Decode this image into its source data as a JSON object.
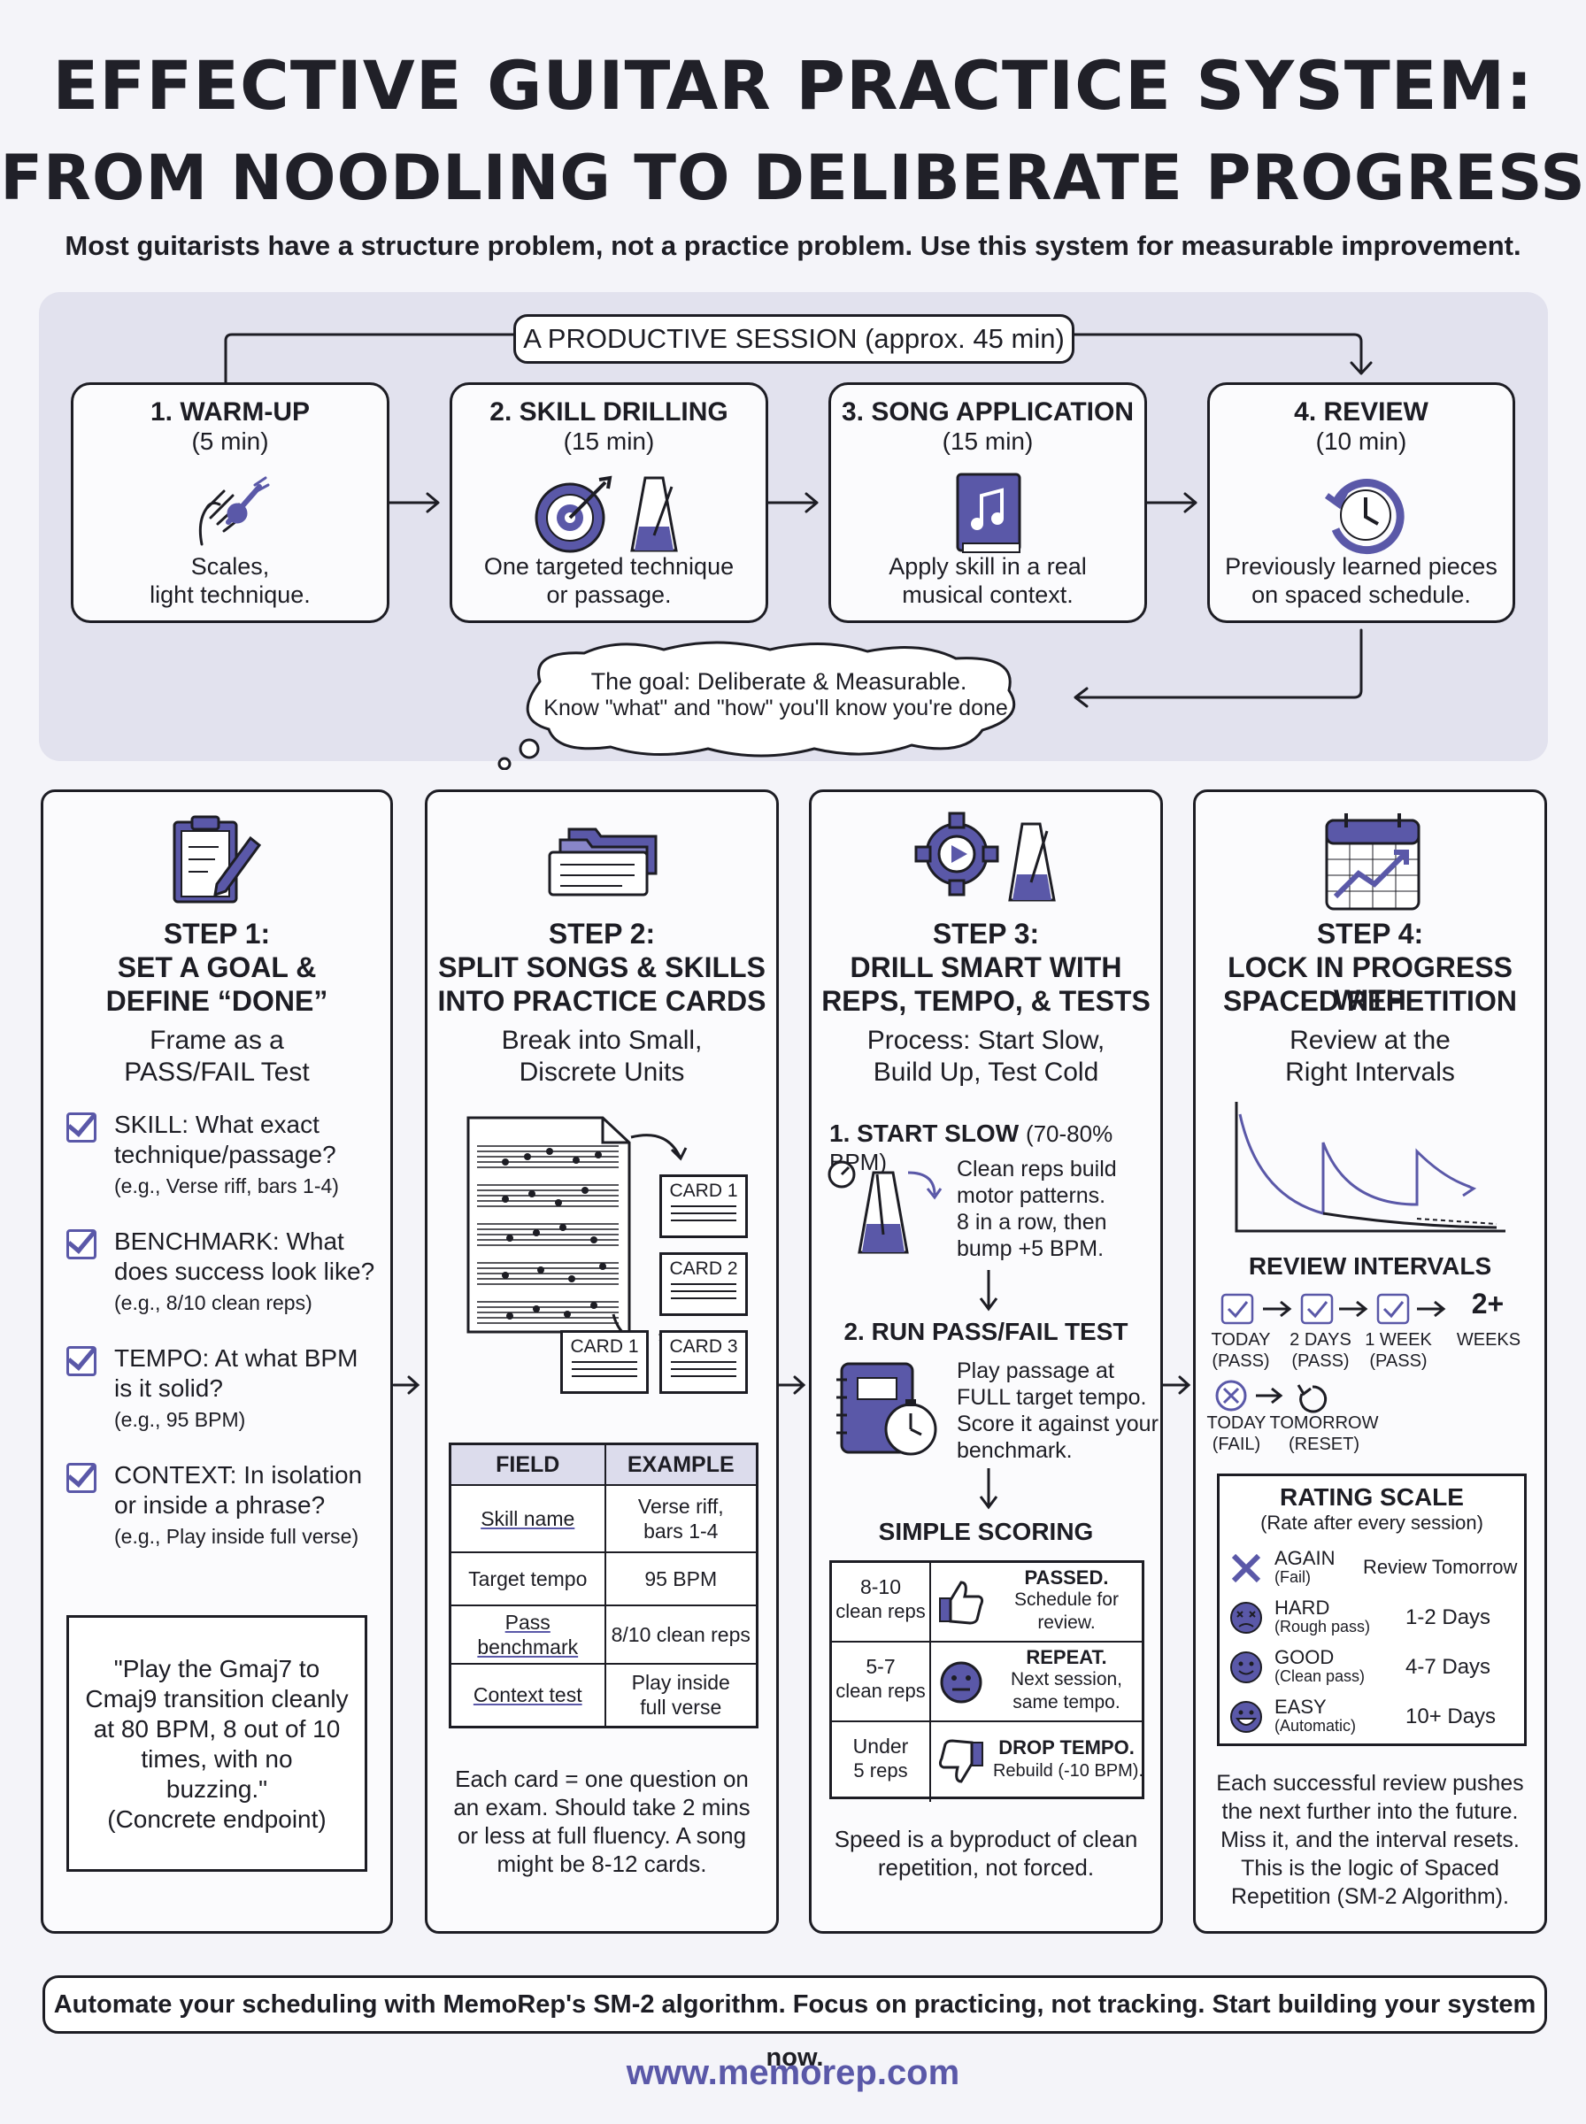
{
  "header": {
    "title_line1": "EFFECTIVE GUITAR PRACTICE SYSTEM:",
    "title_line2": "FROM NOODLING TO DELIBERATE PROGRESS",
    "subtitle": "Most guitarists have a structure problem, not a practice problem. Use this system for measurable improvement."
  },
  "session": {
    "label": "A PRODUCTIVE SESSION (approx. 45 min)",
    "stages": [
      {
        "title": "1. WARM-UP",
        "duration": "(5 min)",
        "desc1": "Scales,",
        "desc2": "light technique.",
        "icon": "hand-guitar-icon"
      },
      {
        "title": "2. SKILL DRILLING",
        "duration": "(15 min)",
        "desc1": "One targeted technique",
        "desc2": "or passage.",
        "icon": "target-metronome-icon"
      },
      {
        "title": "3. SONG APPLICATION",
        "duration": "(15 min)",
        "desc1": "Apply skill in a real",
        "desc2": "musical context.",
        "icon": "music-book-icon"
      },
      {
        "title": "4. REVIEW",
        "duration": "(10 min)",
        "desc1": "Previously learned pieces",
        "desc2": "on spaced schedule.",
        "icon": "clock-refresh-icon"
      }
    ],
    "goal_line1": "The goal: Deliberate & Measurable.",
    "goal_line2": "Know \"what\" and \"how\" you'll know you're done."
  },
  "step1": {
    "step": "STEP 1:",
    "title1": "SET A GOAL &",
    "title2": "DEFINE “DONE”",
    "sub1": "Frame as a",
    "sub2": "PASS/FAIL Test",
    "items": [
      {
        "l1": "SKILL: What exact",
        "l2": "technique/passage?",
        "ex": "(e.g., Verse riff, bars 1-4)"
      },
      {
        "l1": "BENCHMARK: What",
        "l2": "does success look like?",
        "ex": "(e.g., 8/10 clean reps)"
      },
      {
        "l1": "TEMPO: At what BPM",
        "l2": "is it solid?",
        "ex": "(e.g., 95 BPM)"
      },
      {
        "l1": "CONTEXT: In isolation",
        "l2": "or inside a phrase?",
        "ex": "(e.g., Play inside full verse)"
      }
    ],
    "quote": [
      "\"Play the Gmaj7 to",
      "Cmaj9 transition cleanly",
      "at 80 BPM, 8 out of 10",
      "times, with no",
      "buzzing.\"",
      "(Concrete endpoint)"
    ]
  },
  "step2": {
    "step": "STEP 2:",
    "title1": "SPLIT SONGS & SKILLS",
    "title2": "INTO PRACTICE CARDS",
    "sub1": "Break into Small,",
    "sub2": "Discrete Units",
    "cards": [
      "CARD 1",
      "CARD 2",
      "CARD 1",
      "CARD 3"
    ],
    "table_head": [
      "FIELD",
      "EXAMPLE"
    ],
    "rows": [
      [
        "Skill name",
        "Verse riff,\nbars 1-4"
      ],
      [
        "Target tempo",
        "95 BPM"
      ],
      [
        "Pass benchmark",
        "8/10 clean reps"
      ],
      [
        "Context test",
        "Play inside\nfull verse"
      ]
    ],
    "footer": [
      "Each card = one question on",
      "an exam. Should take 2 mins",
      "or less at full fluency. A song",
      "might be 8-12 cards."
    ]
  },
  "step3": {
    "step": "STEP 3:",
    "title1": "DRILL SMART WITH",
    "title2": "REPS, TEMPO, & TESTS",
    "sub1": "Process: Start Slow,",
    "sub2": "Build Up, Test Cold",
    "a_title": "1. START SLOW",
    "a_tempo": "(70-80% BPM)",
    "a_desc": [
      "Clean reps build",
      "motor patterns.",
      "8 in a row, then",
      "bump +5 BPM."
    ],
    "b_title": "2. RUN PASS/FAIL TEST",
    "b_desc": [
      "Play passage at",
      "FULL target tempo.",
      "Score it against your",
      "benchmark."
    ],
    "scoring_title": "SIMPLE SCORING",
    "scoring": [
      {
        "r1": "8-10",
        "r2": "clean reps",
        "icon": "thumbs-up-icon",
        "o1": "PASSED.",
        "o2": "Schedule for",
        "o3": "review."
      },
      {
        "r1": "5-7",
        "r2": "clean reps",
        "icon": "neutral-face-icon",
        "o1": "REPEAT.",
        "o2": "Next session,",
        "o3": "same tempo."
      },
      {
        "r1": "Under",
        "r2": "5 reps",
        "icon": "thumbs-down-icon",
        "o1": "DROP TEMPO.",
        "o2": "Rebuild (-10 BPM).",
        "o3": ""
      }
    ],
    "footer": [
      "Speed is a byproduct of clean",
      "repetition, not forced."
    ]
  },
  "step4": {
    "step": "STEP 4:",
    "title1": "LOCK IN PROGRESS WITH",
    "title2": "SPACED REPETITION",
    "sub1": "Review at the",
    "sub2": "Right Intervals",
    "intervals_title": "REVIEW INTERVALS",
    "intervals": [
      {
        "l1": "TODAY",
        "l2": "(PASS)"
      },
      {
        "l1": "2 DAYS",
        "l2": "(PASS)"
      },
      {
        "l1": "1 WEEK",
        "l2": "(PASS)"
      },
      {
        "l1": "2+",
        "l2": "WEEKS"
      }
    ],
    "fail": [
      {
        "l1": "TODAY",
        "l2": "(FAIL)"
      },
      {
        "l1": "TOMORROW",
        "l2": "(RESET)"
      }
    ],
    "rating_title": "RATING SCALE",
    "rating_sub": "(Rate after every session)",
    "ratings": [
      {
        "name": "AGAIN",
        "note": "(Fail)",
        "result": "Review Tomorrow"
      },
      {
        "name": "HARD",
        "note": "(Rough pass)",
        "result": "1-2 Days"
      },
      {
        "name": "GOOD",
        "note": "(Clean pass)",
        "result": "4-7 Days"
      },
      {
        "name": "EASY",
        "note": "(Automatic)",
        "result": "10+ Days"
      }
    ],
    "footer": [
      "Each successful review pushes",
      "the next further into the future.",
      "Miss it, and the interval resets.",
      "This is the logic of Spaced",
      "Repetition (SM-2 Algorithm)."
    ]
  },
  "cta": "Automate your scheduling with MemoRep's SM-2 algorithm. Focus on practicing, not tracking. Start building your system now.",
  "url": "www.memorep.com",
  "colors": {
    "accent": "#5a58a8",
    "ink": "#1d1d24",
    "panel": "#e2e2ee"
  }
}
